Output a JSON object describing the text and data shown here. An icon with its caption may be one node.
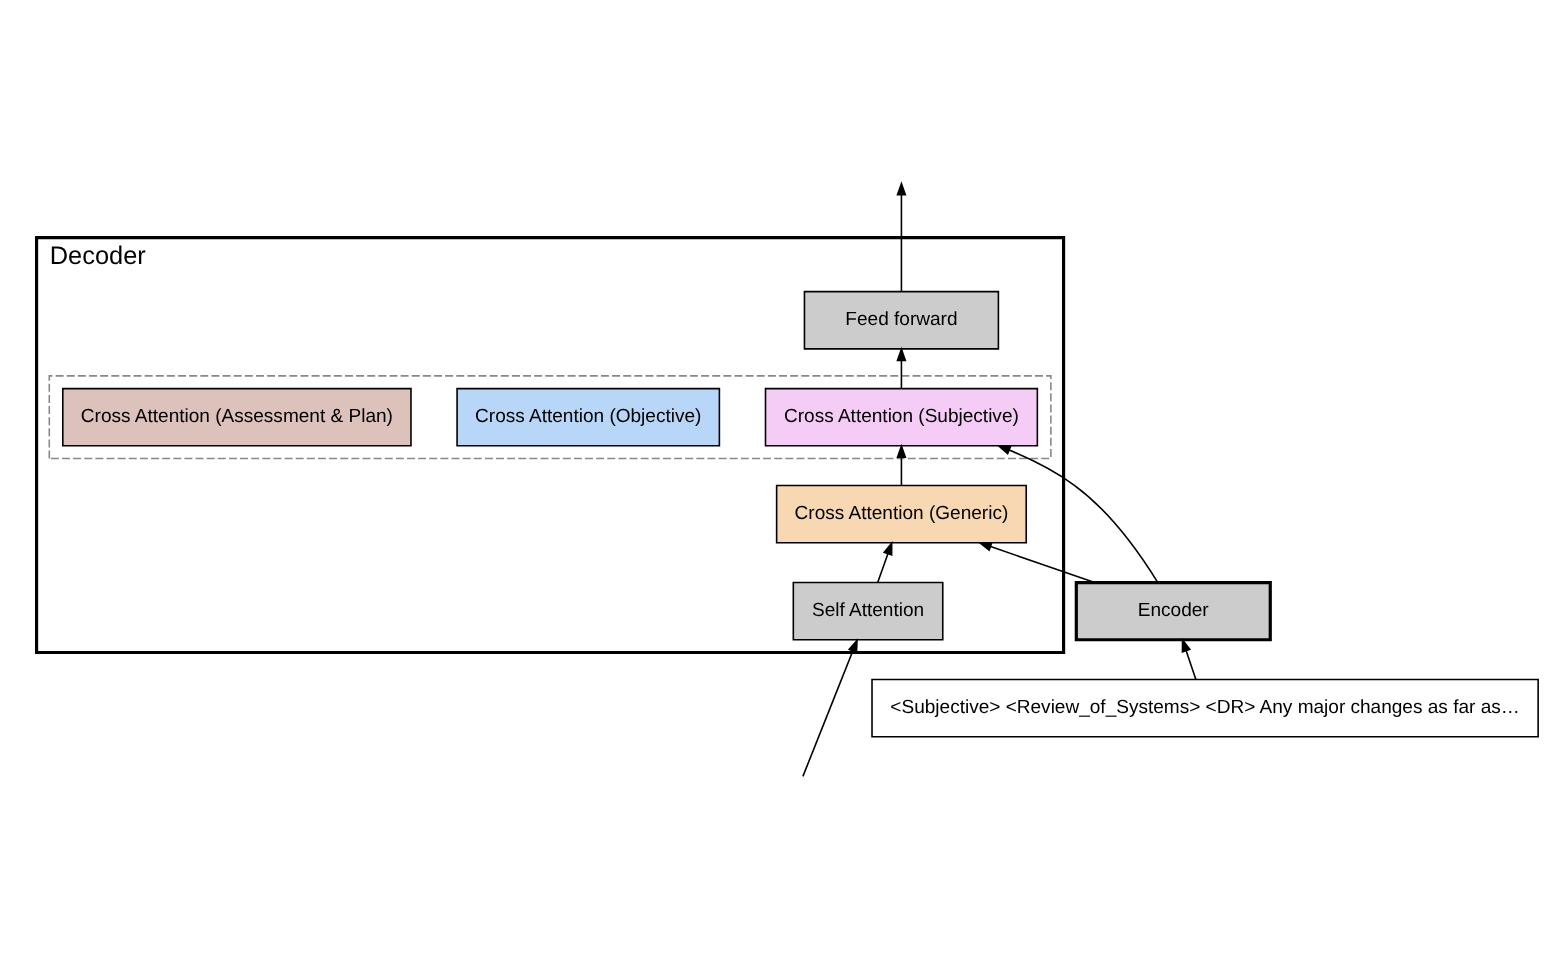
{
  "diagram": {
    "nodes": [
      {
        "text": [
          "Decoder"
        ]
      },
      {
        "text": [
          "Feed forward"
        ],
        "in": 0
      },
      {
        "text": [],
        "shape": "box",
        "in": 0
      },
      {
        "text": [
          "Cross Attention (Subjective)"
        ],
        "in": 2
      },
      {
        "text": [
          "Cross Attention (Objective)"
        ],
        "in": 2
      },
      {
        "text": [
          "Cross Attention (Assessment & Plan)"
        ],
        "in": 2
      },
      {
        "text": [
          "Cross Attention (Generic)"
        ],
        "in": 0
      },
      {
        "text": [
          "Self Attention"
        ],
        "in": 0
      },
      {
        "text": [
          "Encoder"
        ]
      },
      {
        "text": [
          "<Subjective> <Review_of_Systems> <DR> Any major changes as far as…"
        ]
      }
    ],
    "edges": [
      {
        "from": null,
        "to": 7,
        "arrow": "to"
      },
      {
        "from": 7,
        "to": 6,
        "arrow": "to"
      },
      {
        "from": 6,
        "to": 3,
        "arrow": "to"
      },
      {
        "from": 3,
        "to": 1,
        "arrow": "to"
      },
      {
        "from": 1,
        "to": null,
        "arrow": "to"
      },
      {
        "from": 8,
        "to": 3,
        "arrow": "to"
      },
      {
        "from": 8,
        "to": 6,
        "arrow": "to"
      },
      {
        "from": 9,
        "to": 8,
        "arrow": "to"
      }
    ]
  }
}
